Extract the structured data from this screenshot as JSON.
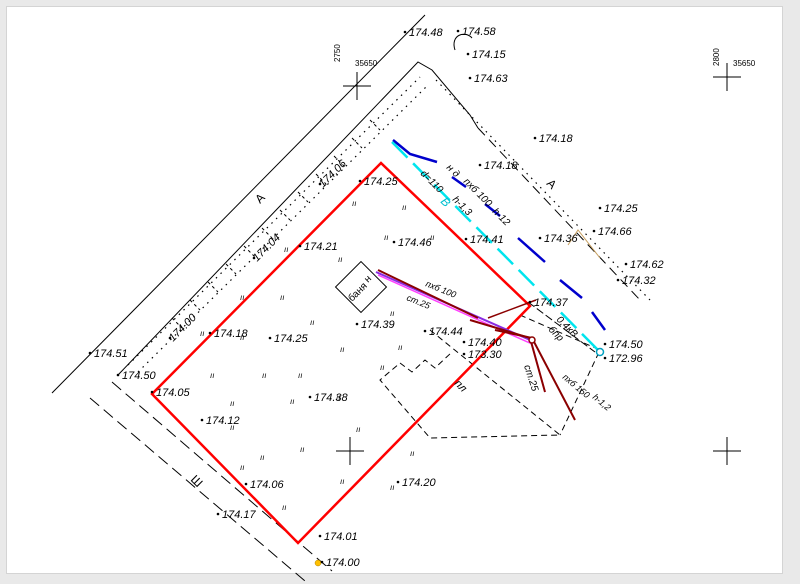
{
  "colors": {
    "plot_boundary": "#ff0000",
    "water_pipe": "#00e5ee",
    "sewer_line": "#0000cc",
    "heating_line": "#8b0000",
    "gas_line": "#8a2be2",
    "survey_point": "#000000",
    "marker_point": "#ffc000"
  },
  "grid": {
    "crosses": [
      {
        "vertical": "2750",
        "horizontal": "35650"
      },
      {
        "vertical": "2800",
        "horizontal": "35650"
      }
    ]
  },
  "streets": {
    "a_west": "А",
    "a_east": "А",
    "sh": "Ш"
  },
  "building": {
    "type": "н",
    "name": "баня"
  },
  "utilities": {
    "sewer_label_1": "н д",
    "sewer_label_2": "пхб 100",
    "sewer_label_3": "h-12",
    "water_label_1": "d=110",
    "water_label_2": "h-1,3",
    "water_symbol": "В",
    "cable_label_1": "0,4кВ",
    "cable_label_2": "бпр",
    "gas_label_1": "пхб 100",
    "gas_label_2": "ст.25",
    "heat_label_1": "ст.25",
    "heat_label_2": "пхб 150",
    "heat_label_3": "h-1,2",
    "line_pl": "пл"
  },
  "elevations": {
    "e_174_48": "174.48",
    "e_174_58": "174.58",
    "e_174_15": "174.15",
    "e_174_63": "174.63",
    "e_174_18_top": "174.18",
    "e_174_18_mid": "174.18",
    "e_174_06": "174.06",
    "e_174_25_top": "174.25",
    "e_174_25_right": "174.25",
    "e_174_66": "174.66",
    "e_174_04": "174.04",
    "e_174_21": "174.21",
    "e_174_46": "174.46",
    "e_174_41": "174.41",
    "e_174_36": "174.36",
    "e_174_62": "174.62",
    "e_174_32": "174.32",
    "e_174_37": "174.37",
    "e_174_00": "174.00",
    "e_174_18_left": "174.18",
    "e_174_25_mid": "174.25",
    "e_174_39": "174.39",
    "e_174_44": "174.44",
    "e_174_40": "174.40",
    "e_173_30": "173.30",
    "e_174_50_right": "174.50",
    "e_172_96": "172.96",
    "e_174_51": "174.51",
    "e_174_50_left": "174.50",
    "e_174_05": "174.05",
    "e_174_38": "174.38",
    "e_174_12": "174.12",
    "e_174_06_bottom": "174.06",
    "e_174_20": "174.20",
    "e_174_17": "174.17",
    "e_174_01": "174.01",
    "e_174_00_bottom": "174.00"
  }
}
